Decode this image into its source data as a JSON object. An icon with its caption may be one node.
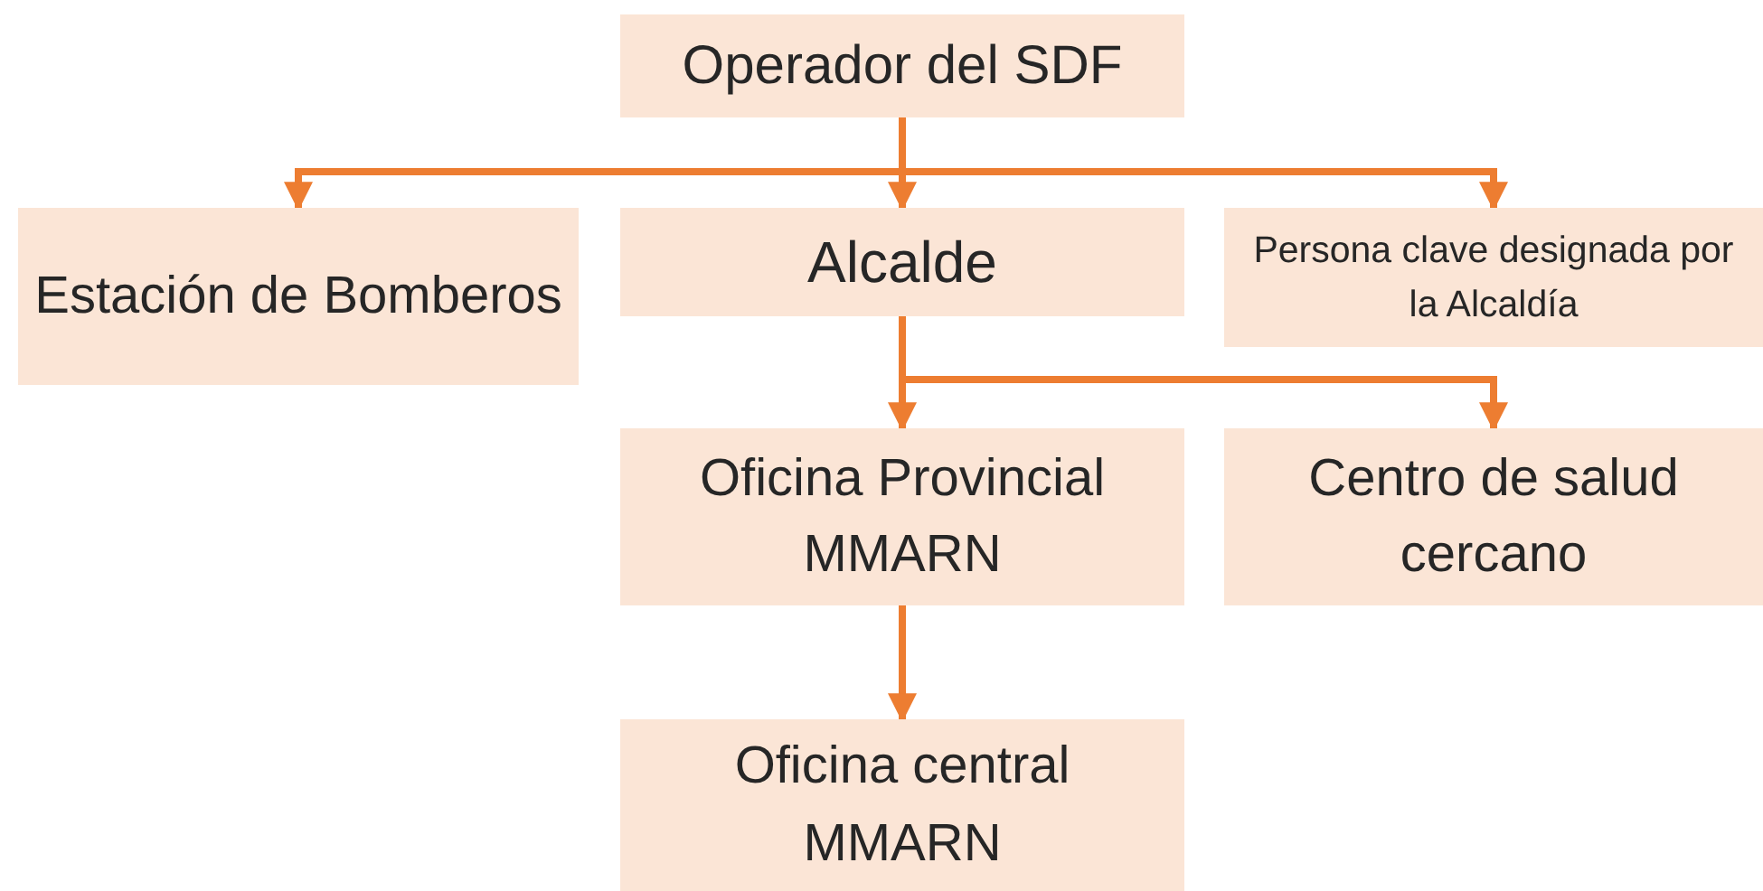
{
  "diagram": {
    "nodes": [
      {
        "text": [
          "Operador del SDF"
        ]
      },
      {
        "text": [
          "Estación de Bomberos"
        ]
      },
      {
        "text": [
          "Alcalde"
        ]
      },
      {
        "text": [
          "Persona clave designada por la Alcaldía"
        ]
      },
      {
        "text": [
          "Oficina Provincial MMARN"
        ]
      },
      {
        "text": [
          "Centro de salud cercano"
        ]
      },
      {
        "text": [
          "Oficina central MMARN"
        ]
      }
    ],
    "edges": [
      {
        "from": 0,
        "to": 1,
        "arrow": "to"
      },
      {
        "from": 0,
        "to": 2,
        "arrow": "to"
      },
      {
        "from": 0,
        "to": 3,
        "arrow": "to"
      },
      {
        "from": 2,
        "to": 4,
        "arrow": "to"
      },
      {
        "from": 2,
        "to": 5,
        "arrow": "to"
      },
      {
        "from": 4,
        "to": 6,
        "arrow": "to"
      }
    ]
  }
}
